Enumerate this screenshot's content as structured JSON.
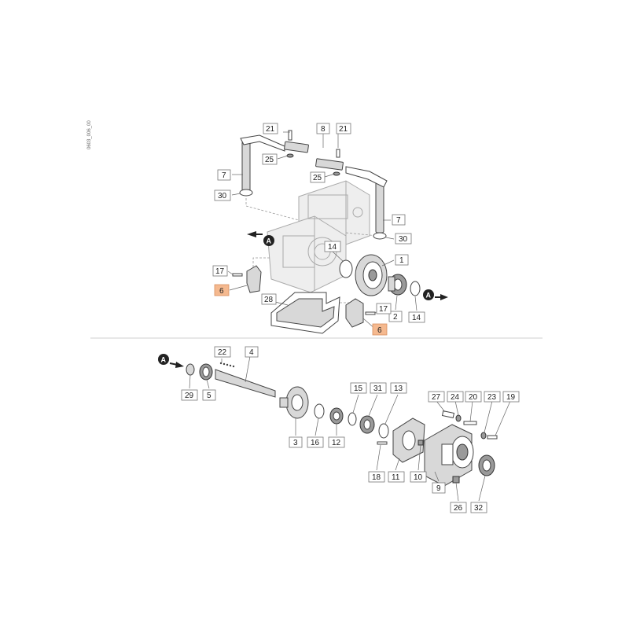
{
  "drawing_code": "0603_006_00",
  "highlight_color": "#f5b98f",
  "section_marker": "A",
  "upper_callouts": {
    "c21a": "21",
    "c8": "8",
    "c21b": "21",
    "c25a": "25",
    "c25b": "25",
    "c7a": "7",
    "c7b": "7",
    "c30a": "30",
    "c30b": "30",
    "c14a": "14",
    "c14b": "14",
    "c1": "1",
    "c2": "2",
    "c17a": "17",
    "c17b": "17",
    "c28": "28",
    "c6a": "6",
    "c6b": "6"
  },
  "lower_callouts": {
    "c22": "22",
    "c4": "4",
    "c29": "29",
    "c5": "5",
    "c15": "15",
    "c31": "31",
    "c13": "13",
    "c27": "27",
    "c24": "24",
    "c20": "20",
    "c23": "23",
    "c19": "19",
    "c3": "3",
    "c16": "16",
    "c12": "12",
    "c18": "18",
    "c11": "11",
    "c10": "10",
    "c9": "9",
    "c26": "26",
    "c32": "32"
  }
}
